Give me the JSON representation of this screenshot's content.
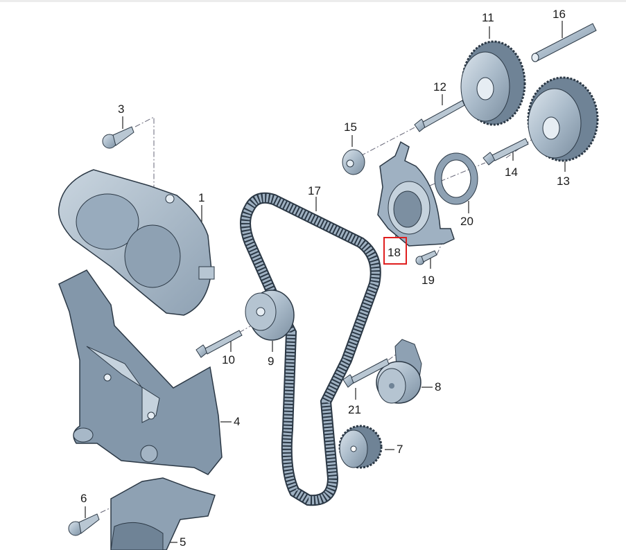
{
  "diagram": {
    "title": "Timing belt assembly exploded view",
    "highlighted_part": "18",
    "highlight_color": "#e01e1e",
    "part_fill": "#9fb1c2",
    "part_dark": "#6f8396",
    "part_light": "#d6e0e8",
    "outline": "#2b3845"
  },
  "labels": [
    {
      "id": "1",
      "text": "1"
    },
    {
      "id": "3",
      "text": "3"
    },
    {
      "id": "4",
      "text": "4"
    },
    {
      "id": "5",
      "text": "5"
    },
    {
      "id": "6",
      "text": "6"
    },
    {
      "id": "7",
      "text": "7"
    },
    {
      "id": "8",
      "text": "8"
    },
    {
      "id": "9",
      "text": "9"
    },
    {
      "id": "10",
      "text": "10"
    },
    {
      "id": "11",
      "text": "11"
    },
    {
      "id": "12",
      "text": "12"
    },
    {
      "id": "13",
      "text": "13"
    },
    {
      "id": "14",
      "text": "14"
    },
    {
      "id": "15",
      "text": "15"
    },
    {
      "id": "16",
      "text": "16"
    },
    {
      "id": "17",
      "text": "17"
    },
    {
      "id": "18",
      "text": "18"
    },
    {
      "id": "19",
      "text": "19"
    },
    {
      "id": "20",
      "text": "20"
    },
    {
      "id": "21",
      "text": "21"
    }
  ]
}
